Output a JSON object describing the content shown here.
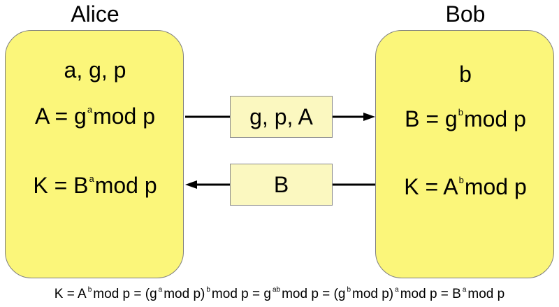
{
  "alice": {
    "title": "Alice",
    "params": "a, g, p",
    "pub_left": "A = g",
    "pub_sup": "a",
    "pub_right": "mod p",
    "key_left": "K = B",
    "key_sup": "a",
    "key_right": "mod p"
  },
  "bob": {
    "title": "Bob",
    "secret": "b",
    "pub_left": "B = g",
    "pub_sup": "b",
    "pub_right": "mod p",
    "key_left": "K = A",
    "key_sup": "b",
    "key_right": "mod p"
  },
  "messages": {
    "to_bob": "g, p, A",
    "to_alice": "B"
  },
  "equation": {
    "p1": "K = A",
    "s1": "b",
    "p2": "mod p = (g",
    "s2": "a",
    "p3": "mod p)",
    "s3": "b",
    "p4": "mod p = g",
    "s4": "ab",
    "p5": "mod p = (g",
    "s5": "b",
    "p6": "mod p)",
    "s6": "a",
    "p7": "mod p = B",
    "s7": "a",
    "p8": "mod p"
  },
  "colors": {
    "party_fill": "#fbf67a",
    "message_fill": "#fbf8c0"
  }
}
